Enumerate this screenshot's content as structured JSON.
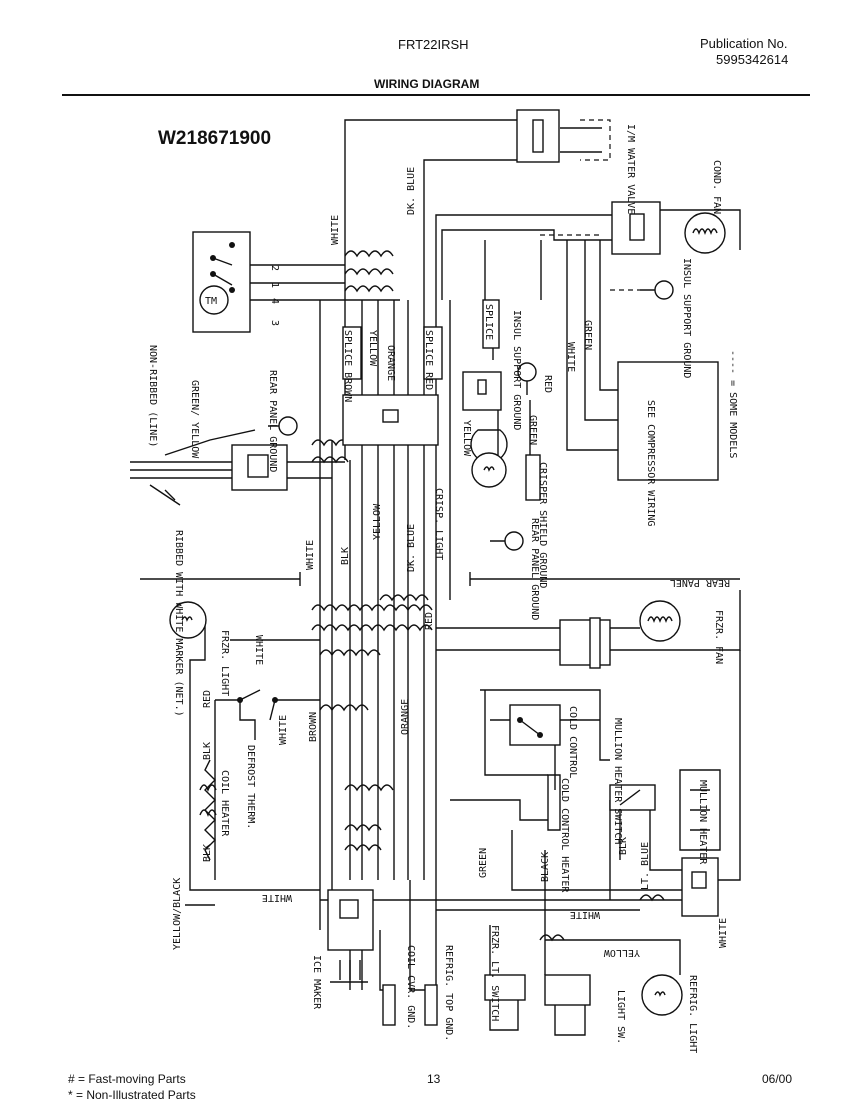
{
  "header": {
    "model": "FRT22IRSH",
    "publication_label": "Publication No.",
    "publication_number": "5995342614",
    "title": "WIRING DIAGRAM"
  },
  "diagram": {
    "id": "W218671900",
    "labels": {
      "white_top": "WHITE",
      "dk_blue_top": "DK. BLUE",
      "im_water_valve": "I/M WATER VALVE",
      "cond_fan": "COND. FAN",
      "insul_support_ground_1": "INSUL SUPPORT GROUND",
      "insul_support_ground_2": "INSUL SUPPORT GROUND",
      "timer_pin_2": "2",
      "timer_pin_1": "1",
      "timer_pin_4": "4",
      "timer_pin_3": "3",
      "timer": "TM",
      "non_ribbed": "NON-RIBBED (LINE)",
      "green_yellow": "GREEN/ YELLOW",
      "rear_panel_ground_1": "REAR PANEL GROUND",
      "rear_panel_ground_2": "REAR PANEL GROUND",
      "splice_brown": "SPLICE BROWN",
      "yellow_1": "YELLOW",
      "orange_1": "ORANGE",
      "splice_red": "SPLICE RED",
      "splice_3": "SPLICE",
      "white_mid": "WHITE",
      "green_mid": "GREEN",
      "red_right": "RED",
      "some_models": "---- = SOME MODELS",
      "see_compressor_wiring": "SEE COMPRESSOR WIRING",
      "yellow_crisp": "YELLOW",
      "green_crisp": "GREEN",
      "crisp_light": "CRISP. LIGHT",
      "crisper_shield_ground": "CRISPER SHIELD GROUND",
      "ribbed_marker": "RIBBED WITH WHITE MARKER (NET.)",
      "white_left": "WHITE",
      "blk_1": "BLK",
      "yellow_2": "YELLOW",
      "dk_blue_2": "DK. BLUE",
      "rear_panel": "REAR PANEL",
      "red_mid": "RED",
      "frzr_light": "FRZR. LIGHT",
      "white_frzr_light": "WHITE",
      "frzr_fan": "FRZR. FAN",
      "red_defrost": "RED",
      "white_defrost": "WHITE",
      "brown_defrost": "BROWN",
      "defrost_therm": "DEFROST THERM.",
      "blk_2": "BLK",
      "coil_heater": "COIL HEATER",
      "blk_3": "BLK",
      "orange_2": "ORANGE",
      "cold_control": "COLD CONTROL",
      "cold_control_heater": "COLD CONTROL HEATER",
      "mullion_heater_switch": "MULLION HEATER SWITCH",
      "mullion_heater": "MULLION HEATER",
      "yellow_black": "YELLOW/BLACK",
      "white_bottom_left": "WHITE",
      "green_bottom": "GREEN",
      "black_bottom": "BLACK",
      "blk_4": "BLK",
      "lt_blue": "LT. BLUE",
      "white_bottom_mid": "WHITE",
      "white_bottom_right": "WHITE",
      "yellow_bottom": "YELLOW",
      "ice_maker": "ICE MAKER",
      "coil_cvr_gnd": "COIL CVR. GND.",
      "refrig_top_gnd": "REFRIG. TOP GND.",
      "frzr_lt_switch": "FRZR. LT. SWITCH",
      "light_sw": "LIGHT SW.",
      "refrig_light": "REFRIG. LIGHT"
    }
  },
  "footer": {
    "legend_1": "# = Fast-moving Parts",
    "legend_2": "* = Non-Illustrated Parts",
    "page": "13",
    "date": "06/00"
  }
}
